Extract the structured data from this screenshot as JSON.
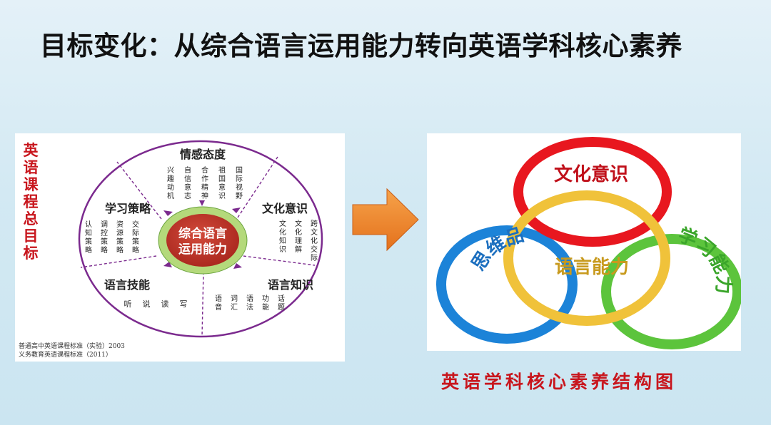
{
  "title": "目标变化：从综合语言运用能力转向英语学科核心素养",
  "left_diagram": {
    "vertical_label": [
      "英",
      "语",
      "课",
      "程",
      "总",
      "目",
      "标"
    ],
    "center_lines": [
      "综合语言",
      "运用能力"
    ],
    "sectors": {
      "emotion": {
        "label": "情感态度",
        "items": [
          "兴趣动机",
          "自信意志",
          "合作精神",
          "祖国意识",
          "国际视野"
        ]
      },
      "strategy": {
        "label": "学习策略",
        "items": [
          "认知策略",
          "调控策略",
          "资源策略",
          "交际策略"
        ]
      },
      "culture": {
        "label": "文化意识",
        "items": [
          "文化知识",
          "文化理解",
          "跨文化交际"
        ]
      },
      "skills": {
        "label": "语言技能",
        "items": [
          "听",
          "说",
          "读",
          "写"
        ]
      },
      "knowledge": {
        "label": "语言知识",
        "items": [
          "语音",
          "词汇",
          "语法",
          "功能",
          "话题"
        ]
      }
    },
    "footnotes": [
      "普通高中英语课程标准（实验）2003",
      "义务教育英语课程标准（2011）"
    ]
  },
  "right_diagram": {
    "rings": [
      {
        "label": "文化意识",
        "color": "#e8171f"
      },
      {
        "label": "语言能力",
        "color": "#f0c23a"
      },
      {
        "label": "思维品质",
        "color": "#1c83d8"
      },
      {
        "label": "学习能力",
        "color": "#5cc43c"
      }
    ],
    "caption": "英语学科核心素养结构图"
  },
  "arrow_color": "#f08a2c"
}
